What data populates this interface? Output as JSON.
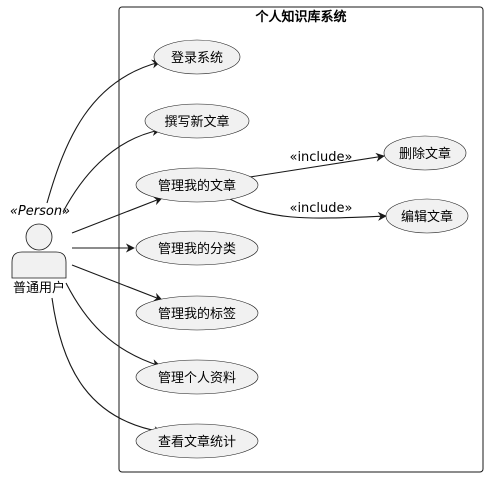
{
  "system": {
    "title": "个人知识库系统"
  },
  "actor": {
    "stereotype": "«Person»",
    "name": "普通用户"
  },
  "use_cases": [
    {
      "id": "login",
      "label": "登录系统"
    },
    {
      "id": "write",
      "label": "撰写新文章"
    },
    {
      "id": "manage_articles",
      "label": "管理我的文章"
    },
    {
      "id": "manage_categories",
      "label": "管理我的分类"
    },
    {
      "id": "manage_tags",
      "label": "管理我的标签"
    },
    {
      "id": "manage_profile",
      "label": "管理个人资料"
    },
    {
      "id": "stats",
      "label": "查看文章统计"
    },
    {
      "id": "delete",
      "label": "删除文章"
    },
    {
      "id": "edit",
      "label": "编辑文章"
    }
  ],
  "relations": [
    {
      "from": "actor",
      "to": "login"
    },
    {
      "from": "actor",
      "to": "write"
    },
    {
      "from": "actor",
      "to": "manage_articles"
    },
    {
      "from": "actor",
      "to": "manage_categories"
    },
    {
      "from": "actor",
      "to": "manage_tags"
    },
    {
      "from": "actor",
      "to": "manage_profile"
    },
    {
      "from": "actor",
      "to": "stats"
    },
    {
      "from": "manage_articles",
      "to": "delete",
      "label": "«include»"
    },
    {
      "from": "manage_articles",
      "to": "edit",
      "label": "«include»"
    }
  ],
  "colors": {
    "usecase_fill": "#f1f1f1",
    "line": "#181818",
    "actor_fill": "#f1f1f1"
  }
}
